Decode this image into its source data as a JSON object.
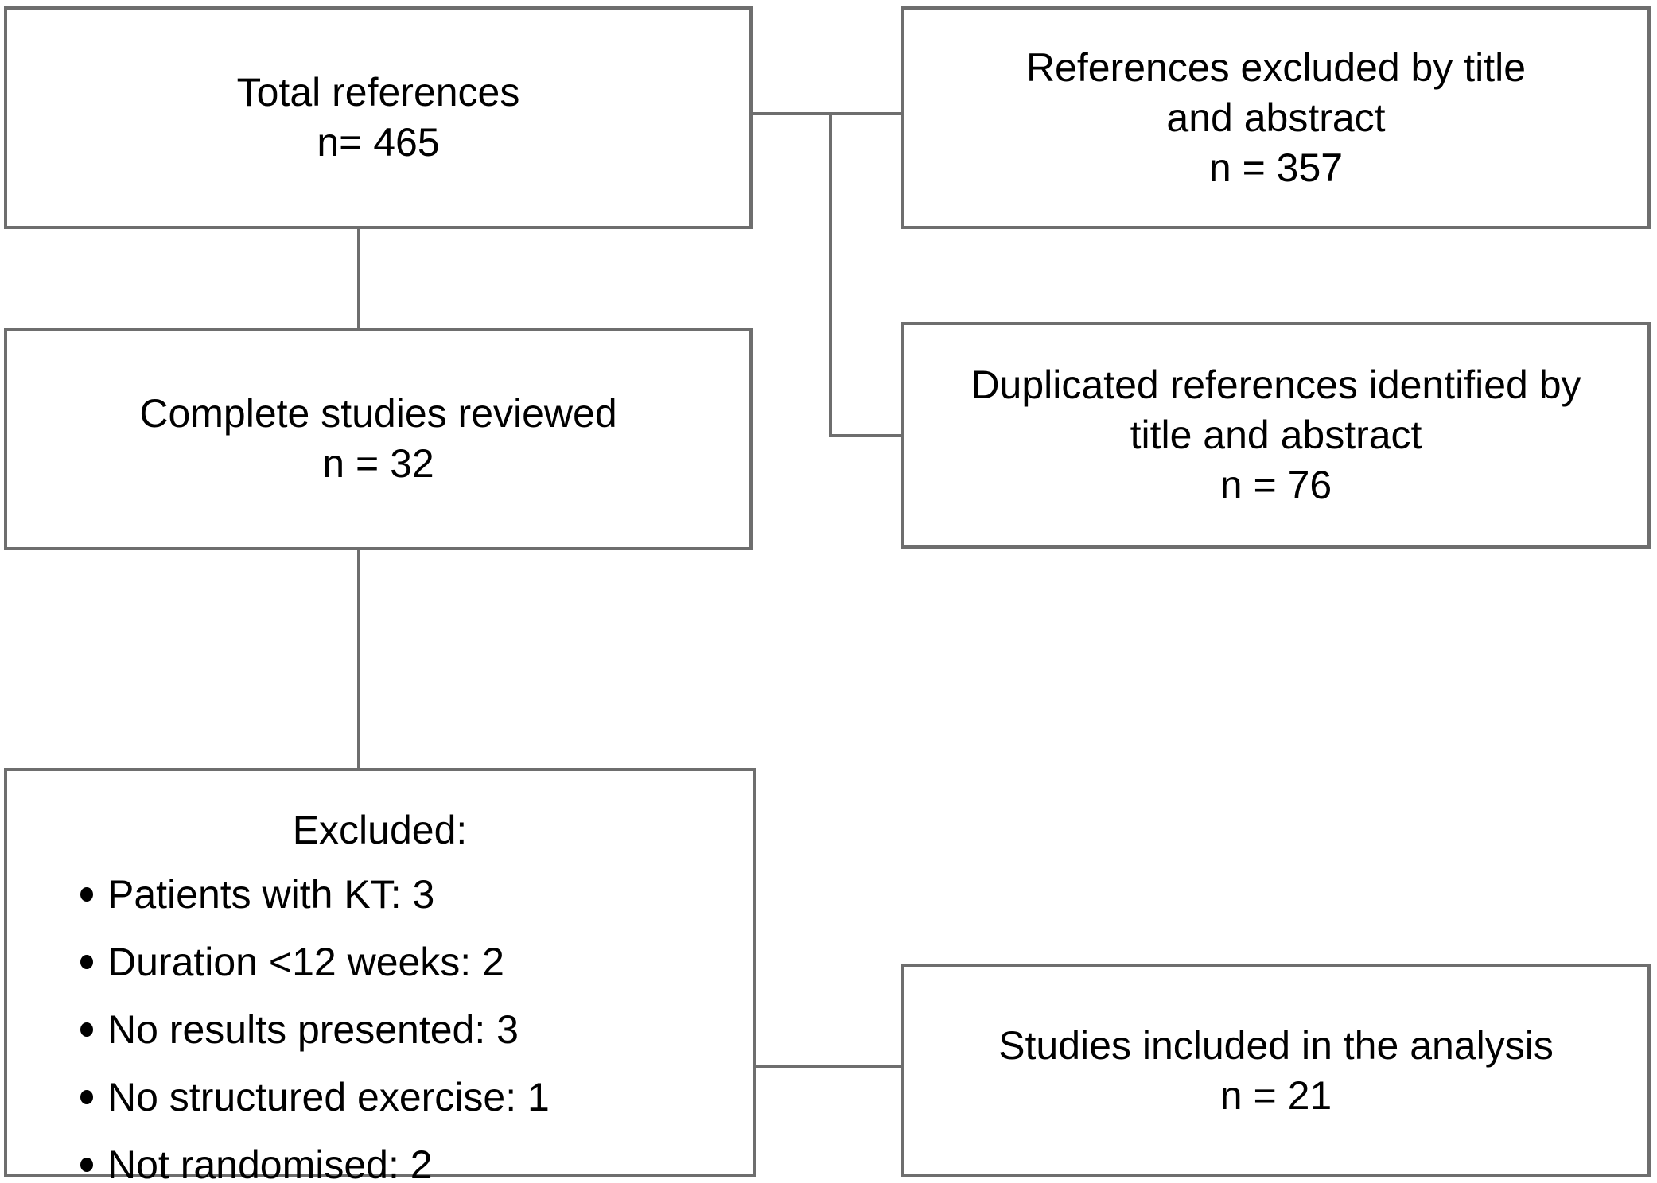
{
  "diagram": {
    "title": "Study selection flow diagram",
    "line_color": "#6e6e6e",
    "text_color": "#000000",
    "background": "#ffffff"
  },
  "nodes": {
    "total_references": {
      "label": "Total references",
      "count_line": "n= 465",
      "n": 465
    },
    "references_excluded": {
      "label_line1": "References excluded by title",
      "label_line2": "and abstract",
      "count_line": "n = 357",
      "n": 357
    },
    "complete_studies": {
      "label": "Complete studies reviewed",
      "count_line": "n = 32",
      "n": 32
    },
    "duplicated_references": {
      "label_line1": "Duplicated references identified by",
      "label_line2": "title and abstract",
      "count_line": "n = 76",
      "n": 76
    },
    "excluded": {
      "title": "Excluded:",
      "items": [
        {
          "reason": "Patients with KT",
          "count": 3,
          "text": "Patients with KT: 3"
        },
        {
          "reason": "Duration <12 weeks",
          "count": 2,
          "text": "Duration <12 weeks: 2"
        },
        {
          "reason": "No results presented",
          "count": 3,
          "text": "No results presented: 3"
        },
        {
          "reason": "No structured exercise",
          "count": 1,
          "text": "No structured exercise: 1"
        },
        {
          "reason": "Not randomised",
          "count": 2,
          "text": "Not randomised: 2"
        }
      ]
    },
    "studies_included": {
      "label": "Studies included in the analysis",
      "count_line": "n = 21",
      "n": 21
    }
  },
  "connectors": [
    {
      "name": "total-to-complete",
      "from": "total_references",
      "to": "complete_studies"
    },
    {
      "name": "complete-to-excluded",
      "from": "complete_studies",
      "to": "excluded"
    },
    {
      "name": "total-to-references-excluded",
      "from": "total_references",
      "to": "references_excluded"
    },
    {
      "name": "total-to-duplicated",
      "from": "total_references",
      "to": "duplicated_references"
    },
    {
      "name": "excluded-to-studies-included",
      "from": "excluded",
      "to": "studies_included"
    }
  ]
}
